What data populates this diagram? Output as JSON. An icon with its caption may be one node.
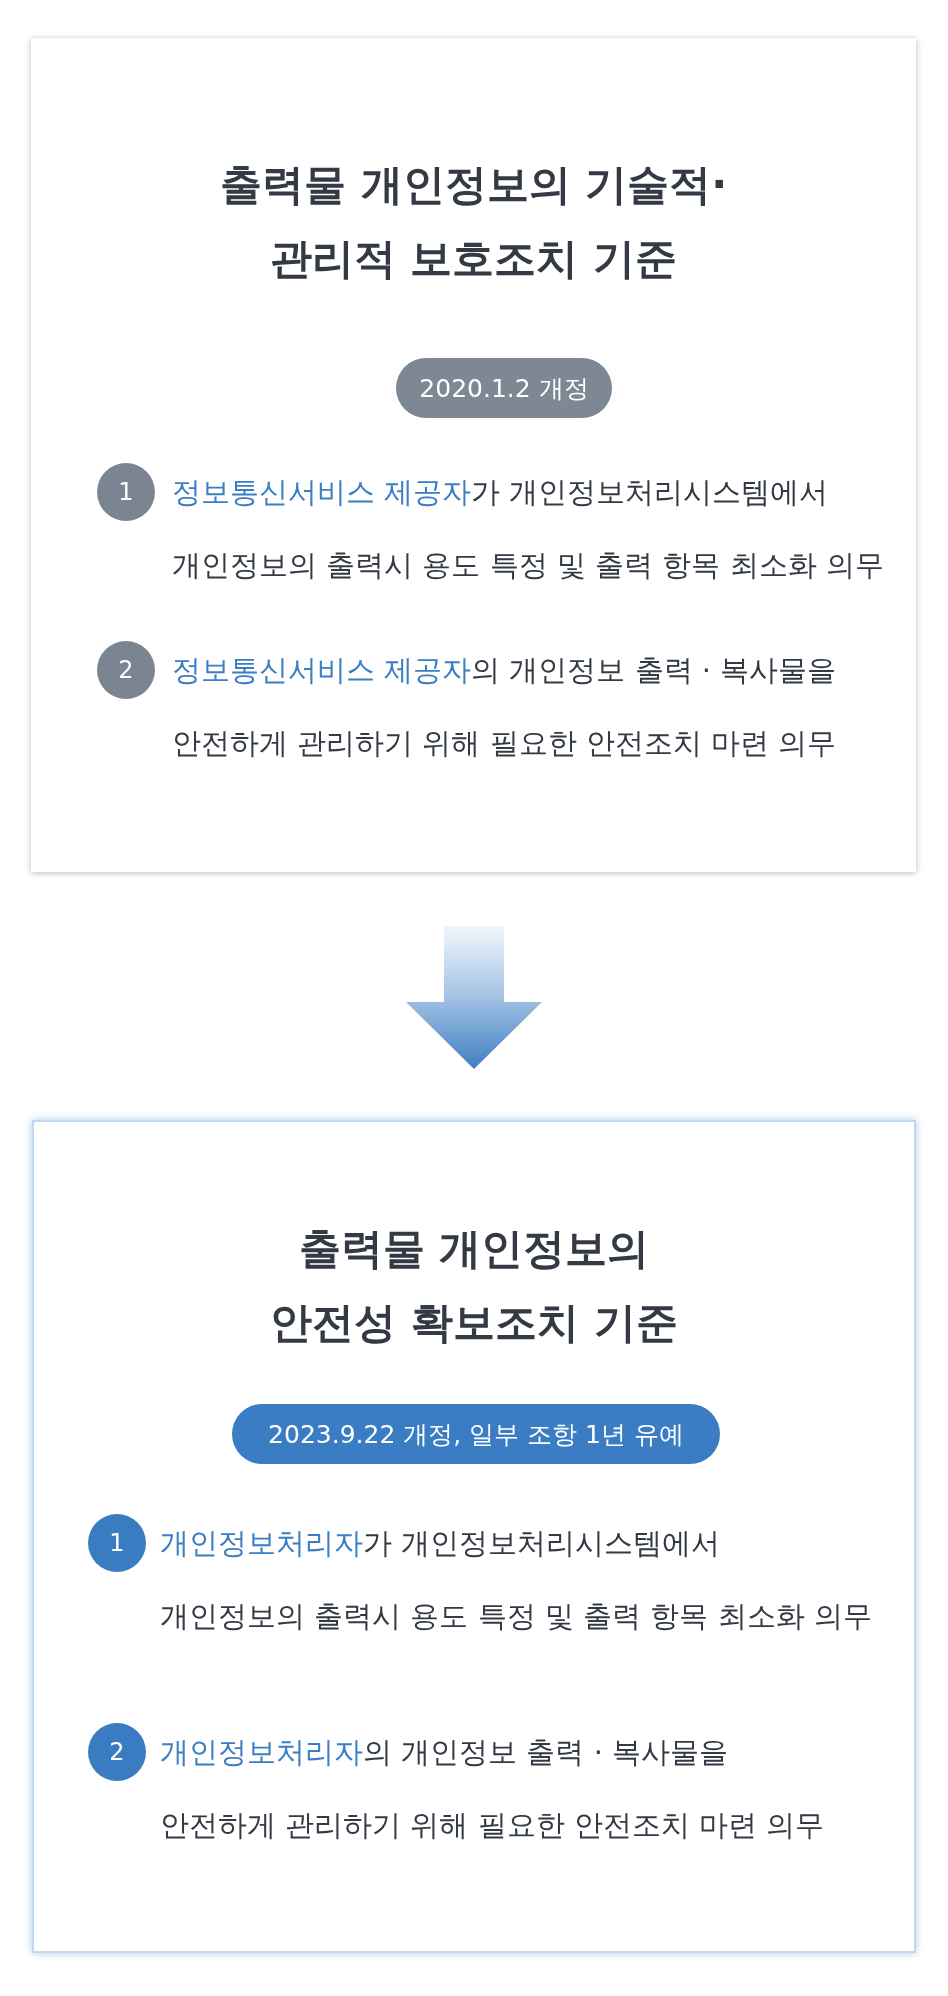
{
  "diagram": {
    "nodes": [
      {
        "text": [
          "출력물 개인정보의 기술적·관리적 보호조치 기준"
        ]
      },
      {
        "text": [
          "2020.1.2 개정"
        ],
        "in": 0
      },
      {
        "text": [
          "1"
        ],
        "in": 0,
        "beside": [
          "**정보통신서비스 제공자**가 개인정보처리시스템에서",
          "개인정보의 출력시 용도 특정 및 출력 항목 최소화 의무"
        ]
      },
      {
        "text": [
          "2"
        ],
        "in": 0,
        "beside": [
          "**정보통신서비스 제공자**의 개인정보 출력 · 복사물을",
          "안전하게 관리하기 위해 필요한 안전조치 마련 의무"
        ]
      },
      {
        "text": [
          "출력물 개인정보의 안전성 확보조치 기준"
        ]
      },
      {
        "text": [
          "2023.9.22 개정, 일부 조항 1년 유예"
        ],
        "in": 4
      },
      {
        "text": [
          "1"
        ],
        "in": 4,
        "beside": [
          "**개인정보처리자**가 개인정보처리시스템에서",
          "개인정보의 출력시 용도 특정 및 출력 항목 최소화 의무"
        ]
      },
      {
        "text": [
          "2"
        ],
        "in": 4,
        "beside": [
          "**개인정보처리자**의 개인정보 출력 · 복사물을",
          "안전하게 관리하기 위해 필요한 안전조치 마련 의무"
        ]
      }
    ],
    "edges": [
      {
        "from": 0,
        "to": 4,
        "arrow": "to",
        "style": "thick"
      }
    ]
  }
}
